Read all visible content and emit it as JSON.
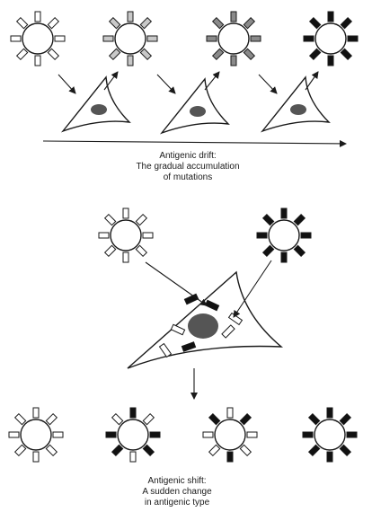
{
  "drift_caption": {
    "line1": "Antigenic drift:",
    "line2": "The gradual accumulation",
    "line3": "of mutations"
  },
  "shift_caption": {
    "line1": "Antigenic shift:",
    "line2": "A sudden change",
    "line3": "in antigenic type"
  },
  "colors": {
    "ink": "#1a1a1a",
    "spike_white": "#ffffff",
    "spike_light": "#c8c8c8",
    "spike_medium": "#8a8a8a",
    "spike_dark": "#333333",
    "spike_black": "#111111",
    "nucleus": "#555555"
  },
  "drift_viruses": [
    {
      "name": "virus-original",
      "spikes": [
        "white",
        "white",
        "white",
        "white",
        "white",
        "white",
        "white",
        "white"
      ]
    },
    {
      "name": "virus-drift-1",
      "spikes": [
        "light",
        "light",
        "light",
        "light",
        "light",
        "light",
        "light",
        "light"
      ]
    },
    {
      "name": "virus-drift-2",
      "spikes": [
        "medium",
        "medium",
        "medium",
        "medium",
        "medium",
        "medium",
        "medium",
        "medium"
      ]
    },
    {
      "name": "virus-drift-3",
      "spikes": [
        "black",
        "black",
        "black",
        "black",
        "black",
        "black",
        "black",
        "black"
      ]
    }
  ],
  "shift_parents": [
    {
      "name": "virus-parent-white",
      "spikes": [
        "white",
        "white",
        "white",
        "white",
        "white",
        "white",
        "white",
        "white"
      ]
    },
    {
      "name": "virus-parent-black",
      "spikes": [
        "black",
        "black",
        "black",
        "black",
        "black",
        "black",
        "black",
        "black"
      ]
    }
  ],
  "shift_progeny": [
    {
      "name": "virus-progeny-white",
      "spikes": [
        "white",
        "white",
        "white",
        "white",
        "white",
        "white",
        "white",
        "white"
      ]
    },
    {
      "name": "virus-progeny-mixed-1",
      "spikes": [
        "black",
        "white",
        "black",
        "black",
        "white",
        "black",
        "black",
        "white"
      ]
    },
    {
      "name": "virus-progeny-mixed-2",
      "spikes": [
        "white",
        "black",
        "white",
        "white",
        "black",
        "white",
        "white",
        "black"
      ]
    },
    {
      "name": "virus-progeny-black",
      "spikes": [
        "black",
        "black",
        "black",
        "black",
        "black",
        "black",
        "black",
        "black"
      ]
    }
  ]
}
